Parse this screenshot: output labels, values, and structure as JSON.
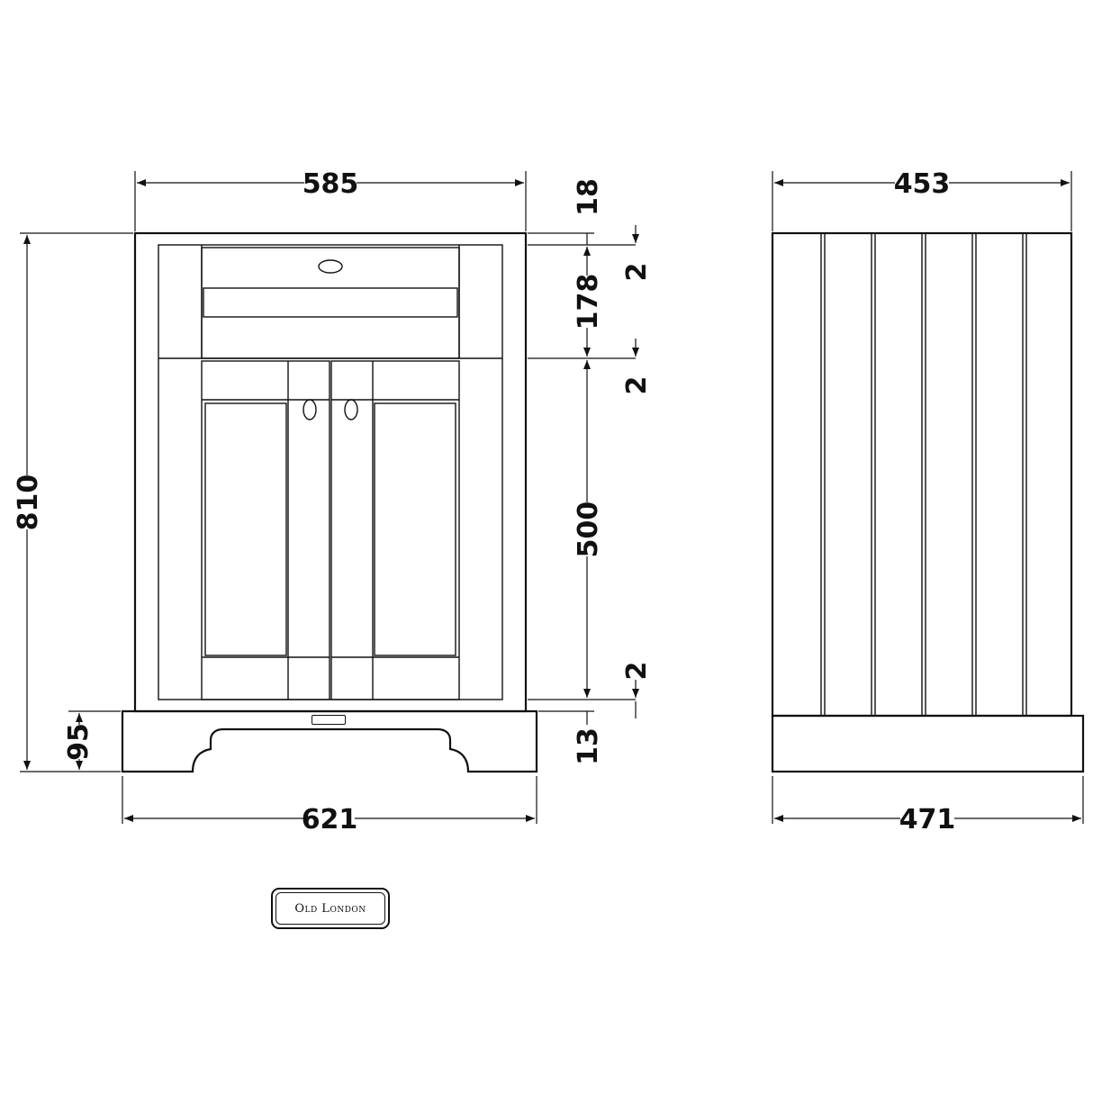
{
  "brand": {
    "logo_text": "Old London"
  },
  "front_view": {
    "overall_width": "585",
    "plinth_width": "621",
    "overall_height": "810",
    "plinth_height": "95",
    "worktop_thickness": "18",
    "drawer_height": "178",
    "door_height": "500",
    "gap_top": "2",
    "gap_mid": "2",
    "gap_bottom": "2",
    "plinth_recess": "13"
  },
  "side_view": {
    "overall_depth": "453",
    "plinth_depth": "471"
  }
}
